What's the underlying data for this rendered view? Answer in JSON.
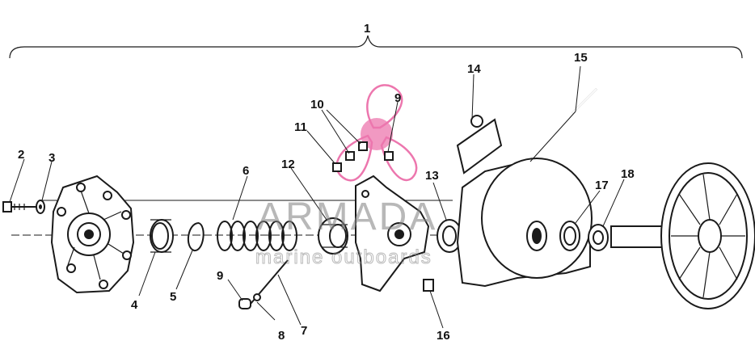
{
  "diagram": {
    "callouts": [
      {
        "id": "c1",
        "label": "1"
      },
      {
        "id": "c2",
        "label": "2"
      },
      {
        "id": "c3",
        "label": "3"
      },
      {
        "id": "c4",
        "label": "4"
      },
      {
        "id": "c5",
        "label": "5"
      },
      {
        "id": "c6",
        "label": "6"
      },
      {
        "id": "c7",
        "label": "7"
      },
      {
        "id": "c8",
        "label": "8"
      },
      {
        "id": "c9a",
        "label": "9"
      },
      {
        "id": "c9b",
        "label": "9"
      },
      {
        "id": "c10",
        "label": "10"
      },
      {
        "id": "c11",
        "label": "11"
      },
      {
        "id": "c12",
        "label": "12"
      },
      {
        "id": "c13",
        "label": "13"
      },
      {
        "id": "c14",
        "label": "14"
      },
      {
        "id": "c15",
        "label": "15"
      },
      {
        "id": "c16",
        "label": "16"
      },
      {
        "id": "c17",
        "label": "17"
      },
      {
        "id": "c18",
        "label": "18"
      }
    ]
  },
  "watermark": {
    "brand": "ARMADA",
    "tagline": "marine outboards",
    "logo_color": "#e8559a"
  }
}
